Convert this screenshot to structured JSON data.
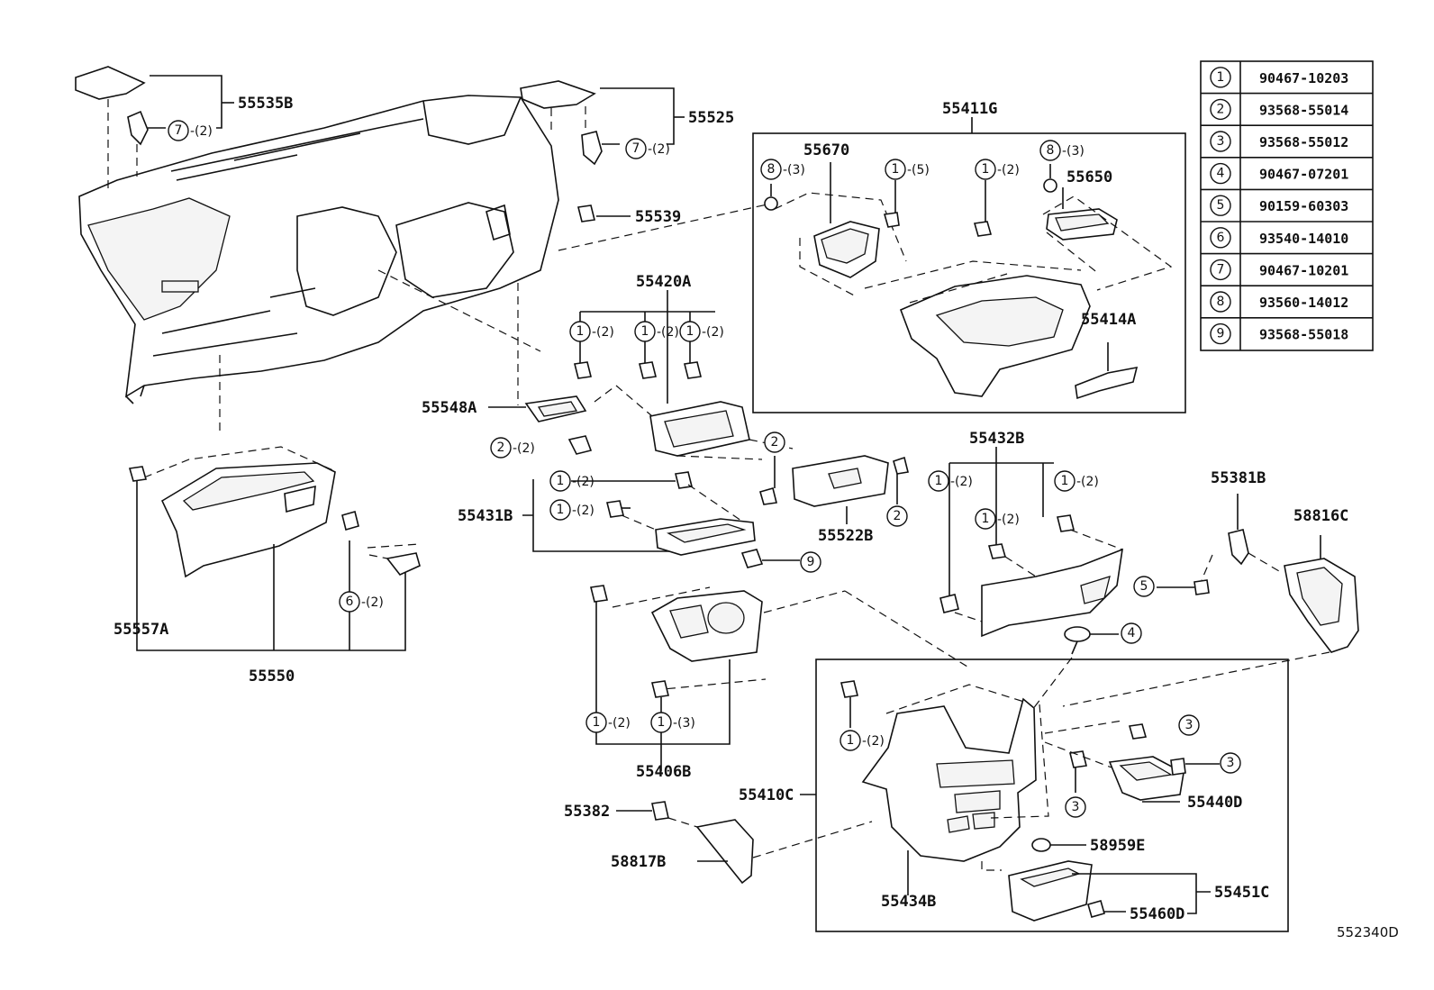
{
  "legend": [
    {
      "ref": "1",
      "part": "90467-10203"
    },
    {
      "ref": "2",
      "part": "93568-55014"
    },
    {
      "ref": "3",
      "part": "93568-55012"
    },
    {
      "ref": "4",
      "part": "90467-07201"
    },
    {
      "ref": "5",
      "part": "90159-60303"
    },
    {
      "ref": "6",
      "part": "93540-14010"
    },
    {
      "ref": "7",
      "part": "90467-10201"
    },
    {
      "ref": "8",
      "part": "93560-14012"
    },
    {
      "ref": "9",
      "part": "93568-55018"
    }
  ],
  "parts": {
    "p55535B": "55535B",
    "p55525": "55525",
    "p55539": "55539",
    "p55411G": "55411G",
    "p55670": "55670",
    "p55650": "55650",
    "p55414A": "55414A",
    "p55420A": "55420A",
    "p55548A": "55548A",
    "p55431B": "55431B",
    "p55522B": "55522B",
    "p55432B": "55432B",
    "p55381B": "55381B",
    "p58816C": "58816C",
    "p55557A": "55557A",
    "p55550": "55550",
    "p55406B": "55406B",
    "p55410C": "55410C",
    "p55382": "55382",
    "p58817B": "58817B",
    "p55434B": "55434B",
    "p55440D": "55440D",
    "p58959E": "58959E",
    "p55451C": "55451C",
    "p55460D": "55460D"
  },
  "callouts": {
    "c7a": {
      "ref": "7",
      "qty": "-(2)"
    },
    "c7b": {
      "ref": "7",
      "qty": "-(2)"
    },
    "c8a": {
      "ref": "8",
      "qty": "-(3)"
    },
    "c8b": {
      "ref": "8",
      "qty": "-(3)"
    },
    "c1a": {
      "ref": "1",
      "qty": "-(5)"
    },
    "c1b": {
      "ref": "1",
      "qty": "-(2)"
    },
    "c1c": {
      "ref": "1",
      "qty": "-(2)"
    },
    "c1d": {
      "ref": "1",
      "qty": "-(2)"
    },
    "c1e": {
      "ref": "1",
      "qty": "-(2)"
    },
    "c2a": {
      "ref": "2",
      "qty": "-(2)"
    },
    "c1f": {
      "ref": "1",
      "qty": "-(2)"
    },
    "c1g": {
      "ref": "1",
      "qty": "-(2)"
    },
    "c2b": {
      "ref": "2",
      "qty": ""
    },
    "c2c": {
      "ref": "2",
      "qty": ""
    },
    "c9": {
      "ref": "9",
      "qty": ""
    },
    "c1h": {
      "ref": "1",
      "qty": "-(2)"
    },
    "c1i": {
      "ref": "1",
      "qty": "-(2)"
    },
    "c1j": {
      "ref": "1",
      "qty": "-(2)"
    },
    "c6": {
      "ref": "6",
      "qty": "-(2)"
    },
    "c5": {
      "ref": "5",
      "qty": ""
    },
    "c4": {
      "ref": "4",
      "qty": ""
    },
    "c1k": {
      "ref": "1",
      "qty": "-(2)"
    },
    "c1l": {
      "ref": "1",
      "qty": "-(3)"
    },
    "c1m": {
      "ref": "1",
      "qty": "-(2)"
    },
    "c3a": {
      "ref": "3",
      "qty": ""
    },
    "c3b": {
      "ref": "3",
      "qty": ""
    },
    "c3c": {
      "ref": "3",
      "qty": ""
    }
  },
  "diagram_id": "552340D"
}
